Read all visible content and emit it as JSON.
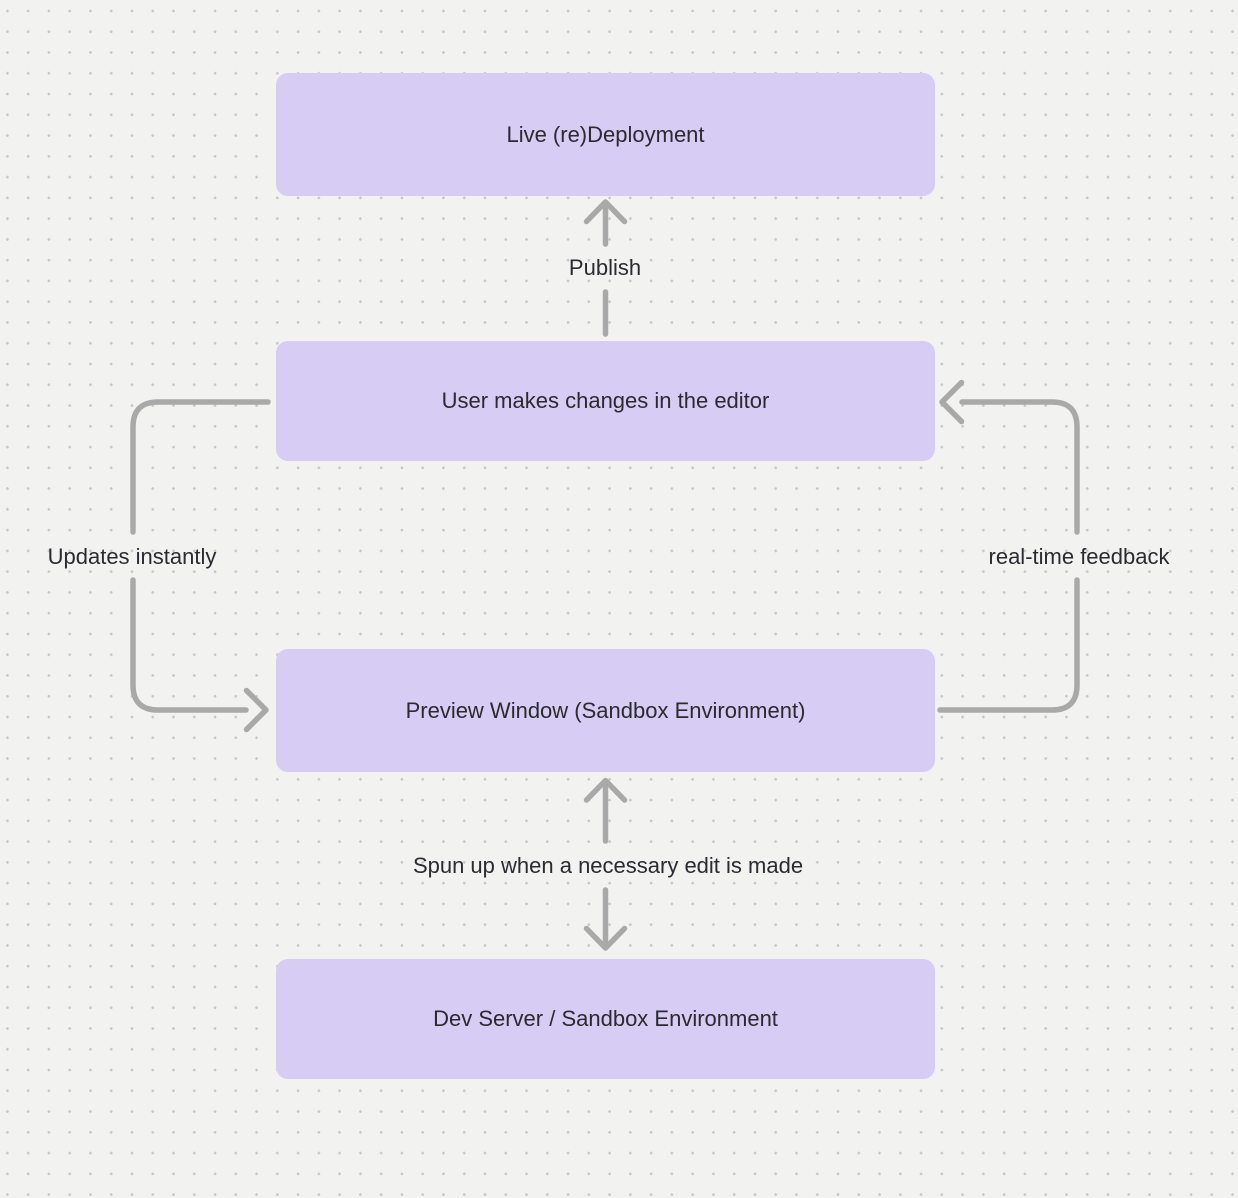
{
  "diagram": {
    "colors": {
      "background": "#f2f2f1",
      "dot": "#c6c6c6",
      "node_fill": "#d7ccf3",
      "connector": "#a9a9a9",
      "text": "#2a2a31"
    },
    "nodes": [
      {
        "id": "live-deployment",
        "label": "Live (re)Deployment"
      },
      {
        "id": "editor",
        "label": "User makes changes in the editor"
      },
      {
        "id": "preview-window",
        "label": "Preview Window (Sandbox Environment)"
      },
      {
        "id": "dev-server",
        "label": "Dev Server / Sandbox Environment"
      }
    ],
    "edges": [
      {
        "id": "publish",
        "label": "Publish",
        "from": "editor",
        "to": "live-deployment",
        "direction": "up"
      },
      {
        "id": "updates-instantly",
        "label": "Updates instantly",
        "from": "editor",
        "to": "preview-window",
        "direction": "down-left-loop"
      },
      {
        "id": "real-time-feedback",
        "label": "real-time feedback",
        "from": "preview-window",
        "to": "editor",
        "direction": "up-right-loop"
      },
      {
        "id": "spun-up",
        "label": "Spun up when a necessary edit is made",
        "from": "preview-window",
        "to": "dev-server",
        "direction": "both"
      }
    ]
  }
}
